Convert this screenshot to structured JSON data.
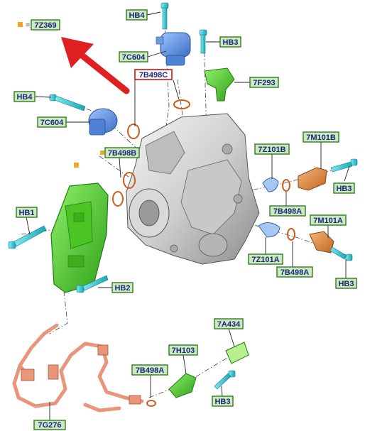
{
  "callouts": {
    "hb4_top": "HB4",
    "hb3_top": "HB3",
    "c7c604_top": "7C604",
    "c7f293": "7F293",
    "c7b498c": "7B498C",
    "hb4_left": "HB4",
    "c7c604_left": "7C604",
    "c7b498b": "7B498B",
    "c7z101b": "7Z101B",
    "c7m101b": "7M101B",
    "hb3_right1": "HB3",
    "c7b498a_r1": "7B498A",
    "hb1": "HB1",
    "c7m101a": "7M101A",
    "c7z101a": "7Z101A",
    "c7b498a_r2": "7B498A",
    "hb3_right2": "HB3",
    "hb2": "HB2",
    "c7a434": "7A434",
    "c7h103": "7H103",
    "c7b498a_bottom": "7B498A",
    "hb3_bottom": "HB3",
    "c7g276": "7G276"
  },
  "legend": {
    "equals": "=",
    "part": "7Z369",
    "marker_color": "#f5a623"
  },
  "colors": {
    "label_fill": "#cfe8c4",
    "label_border": "#2e7d1e",
    "label_text": "#1a2a7a",
    "highlight_border": "#cc1111",
    "arrow": "#e02020",
    "green_part": "#5ad62e",
    "blue_part": "#5b8fe0",
    "orange_part": "#e08a3a",
    "harness": "#e8957a",
    "bolt": "#3fc9d6"
  }
}
